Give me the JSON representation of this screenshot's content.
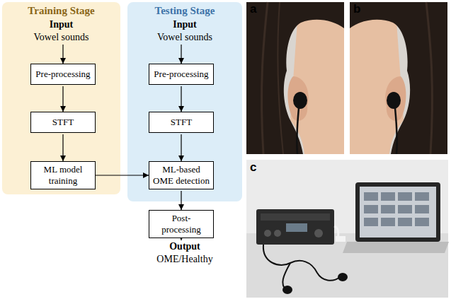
{
  "diagram": {
    "nodes": [
      {
        "text": [
          "Training Stage"
        ]
      },
      {
        "text": [
          "Input",
          "Vowel sounds"
        ],
        "in": 0
      },
      {
        "text": [
          "Pre-processing"
        ],
        "in": 0
      },
      {
        "text": [
          "STFT"
        ],
        "in": 0
      },
      {
        "text": [
          "ML model training"
        ],
        "in": 0
      },
      {
        "text": [
          "Testing Stage"
        ]
      },
      {
        "text": [
          "Input",
          "Vowel sounds"
        ],
        "in": 5
      },
      {
        "text": [
          "Pre-processing"
        ],
        "in": 5
      },
      {
        "text": [
          "STFT"
        ],
        "in": 5
      },
      {
        "text": [
          "ML-based OME detection"
        ],
        "in": 5
      },
      {
        "text": [
          "Post-processing"
        ]
      },
      {
        "text": [
          "Output",
          "OME/Healthy"
        ]
      }
    ],
    "edges": [
      {
        "from": 1,
        "to": 2,
        "arrow": "to"
      },
      {
        "from": 2,
        "to": 3,
        "arrow": "to"
      },
      {
        "from": 3,
        "to": 4,
        "arrow": "to"
      },
      {
        "from": 4,
        "to": 9,
        "arrow": "to"
      },
      {
        "from": 6,
        "to": 7,
        "arrow": "to"
      },
      {
        "from": 7,
        "to": 8,
        "arrow": "to"
      },
      {
        "from": 8,
        "to": 9,
        "arrow": "to"
      },
      {
        "from": 9,
        "to": 10,
        "arrow": "to"
      },
      {
        "from": 10,
        "to": 11,
        "arrow": "to"
      }
    ],
    "labels": [
      "a",
      "b",
      "c"
    ]
  }
}
